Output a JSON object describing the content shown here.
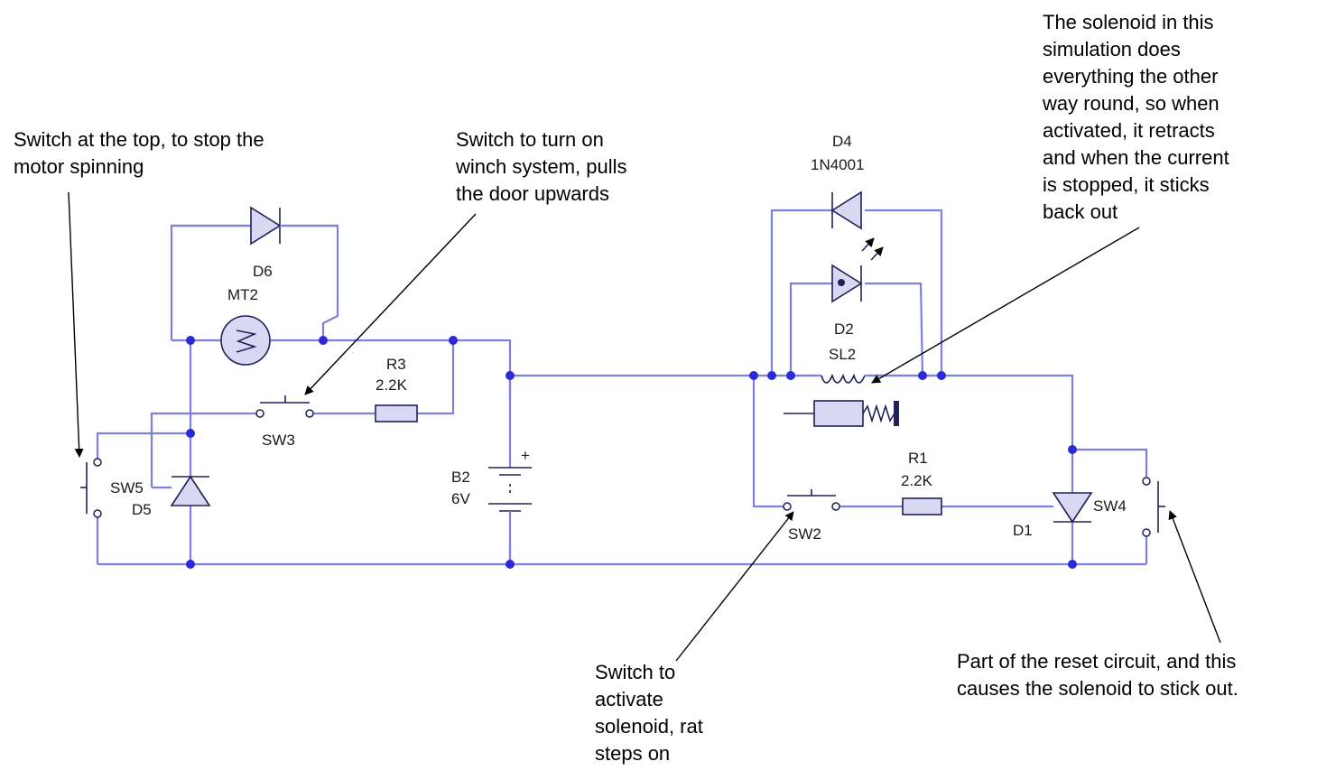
{
  "annotations": {
    "sw5_note": "Switch at the top, to stop the\nmotor spinning",
    "sw3_note": "Switch to turn on\nwinch system, pulls\nthe door upwards",
    "solenoid_note": "The solenoid in this\nsimulation does\neverything the other\nway round, so when\nactivated, it retracts\nand when the current\nis stopped, it sticks\nback out",
    "sw2_note": "Switch to\nactivate\nsolenoid, rat\nsteps on",
    "sw4_note": "Part of the reset circuit, and this\ncauses the solenoid to stick out."
  },
  "components": {
    "d6": "D6",
    "mt2": "MT2",
    "r3_name": "R3",
    "r3_value": "2.2K",
    "sw3": "SW3",
    "sw5": "SW5",
    "d5": "D5",
    "b2_name": "B2",
    "b2_value": "6V",
    "b2_plus": "+",
    "d4_name": "D4",
    "d4_part": "1N4001",
    "d2": "D2",
    "sl2": "SL2",
    "r1_name": "R1",
    "r1_value": "2.2K",
    "sw2": "SW2",
    "sw4": "SW4",
    "d1": "D1"
  },
  "colors": {
    "wire": "#7f7fe0",
    "component_fill": "#d8d8f2",
    "junction": "#2a2ad6"
  }
}
